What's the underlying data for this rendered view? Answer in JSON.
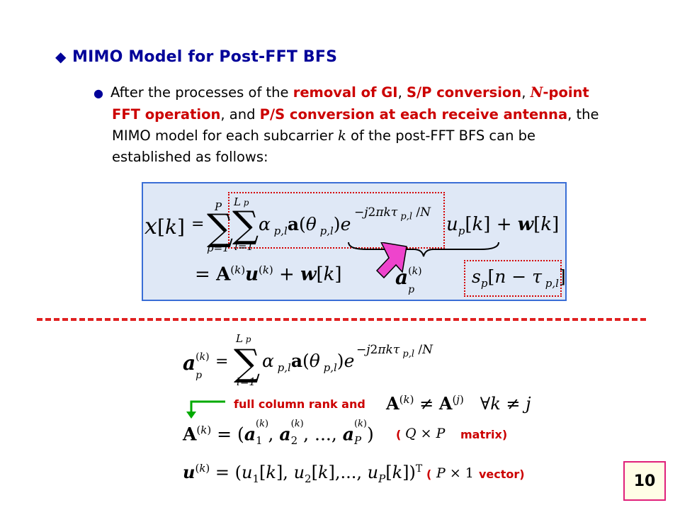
{
  "slide": {
    "title": "MIMO Model for Post-FFT BFS",
    "body": {
      "t1": "After the processes of the ",
      "r1": "removal of GI",
      "t2": ", ",
      "r2": "S/P conversion",
      "t3": ", ",
      "r3a": "N",
      "r3b": "-point",
      "r4": "FFT operation",
      "t4": ", and ",
      "r5": "P/S conversion at each receive antenna",
      "t5": ", the",
      "t6": "MIMO model for each subcarrier ",
      "k": "k",
      "t7": " of the post-FFT BFS can be",
      "t8": "established as follows:"
    },
    "notes": {
      "full_rank": "full column rank and",
      "matrix_open": "(",
      "matrix_label": "matrix)",
      "vector_open": "(",
      "vector_label": "vector)"
    },
    "page_number": "10",
    "colors": {
      "title": "#000099",
      "highlight": "#cc0000",
      "box_fill": "#dfe8f6",
      "box_border": "#3a6ed6",
      "arrow_fill": "#ee44cc",
      "green_arrow": "#00aa00"
    }
  }
}
